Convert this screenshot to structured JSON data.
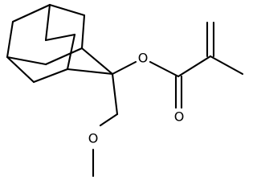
{
  "molecule": {
    "atoms": {
      "ester_oxygen": "O",
      "carbonyl_oxygen": "O",
      "ether_oxygen": "O"
    }
  }
}
